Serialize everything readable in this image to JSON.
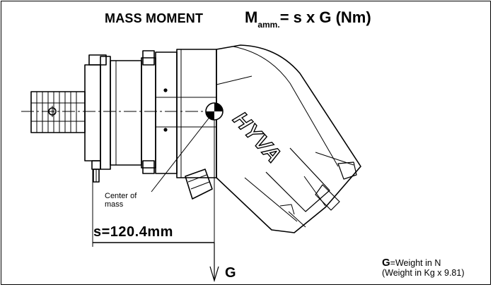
{
  "header": {
    "title": "MASS MOMENT",
    "formula_prefix": "M",
    "formula_sub": "amm.",
    "formula_rest": "= s x G (Nm)"
  },
  "diagram": {
    "brand_logo_text": "HYVA",
    "center_label_line1": "Center of",
    "center_label_line2": "mass",
    "distance_label": "s=120.4mm",
    "force_label": "G"
  },
  "legend": {
    "symbol": "G",
    "line1": "=Weight in N",
    "line2": "(Weight in Kg x 9.81)"
  },
  "colors": {
    "ink": "#000000",
    "background": "#ffffff"
  }
}
